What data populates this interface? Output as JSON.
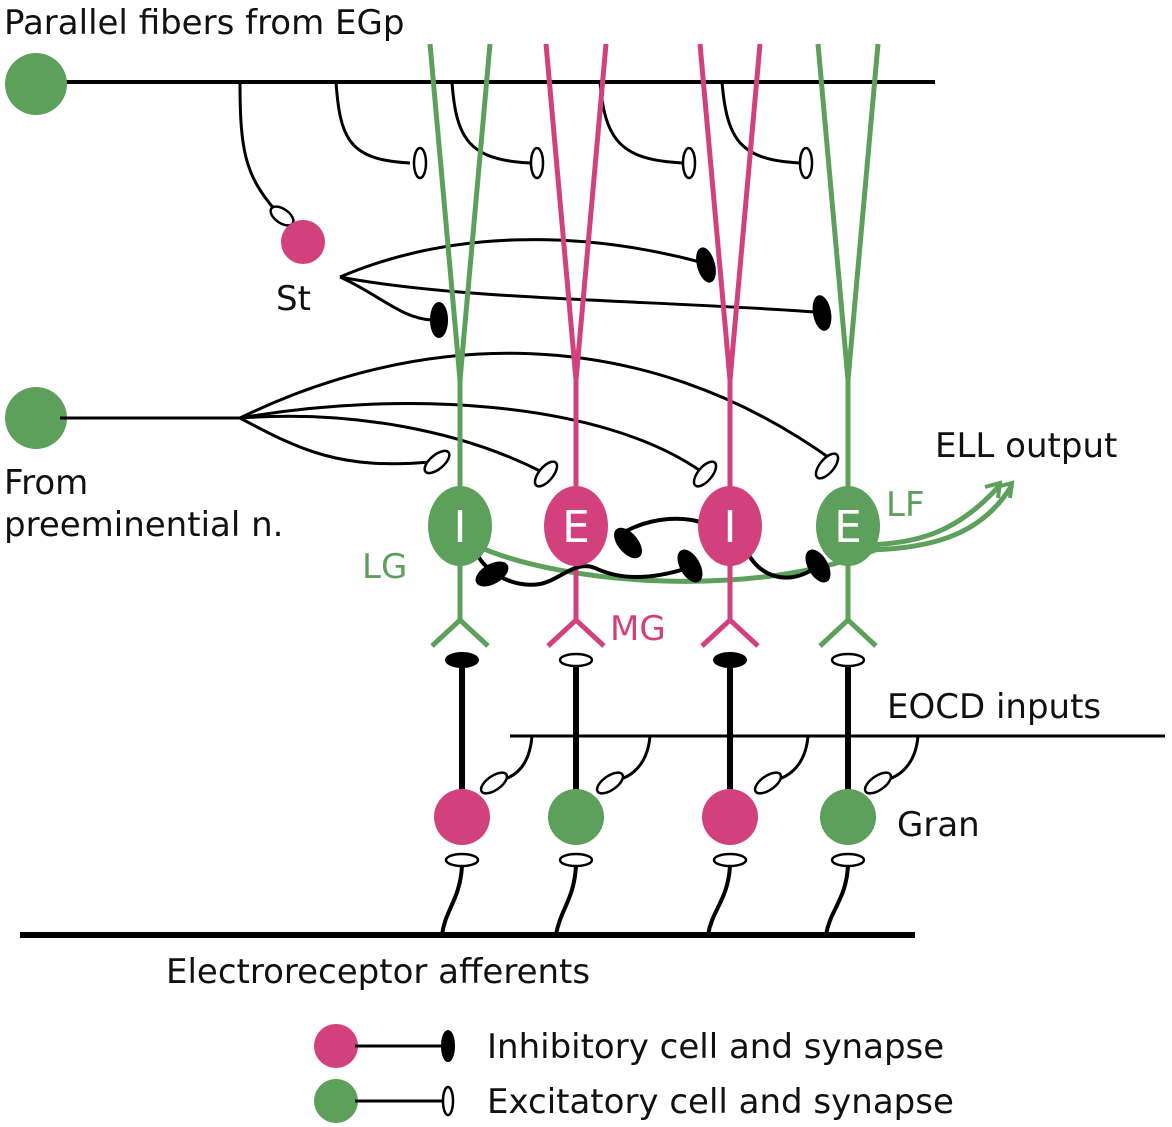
{
  "labels": {
    "parallel_fibers": "Parallel fibers from EGp",
    "stellate": "St",
    "from_pre_1": "From",
    "from_pre_2": "preeminential n.",
    "lg": "LG",
    "mg": "MG",
    "lf": "LF",
    "ell_output": "ELL output",
    "eocd_inputs": "EOCD inputs",
    "gran": "Gran",
    "afferents": "Electroreceptor afferents"
  },
  "cells": [
    {
      "letter": "I",
      "type": "LG"
    },
    {
      "letter": "E",
      "type": "MG"
    },
    {
      "letter": "I",
      "type": "MG"
    },
    {
      "letter": "E",
      "type": "LF"
    }
  ],
  "legend": {
    "inhibitory": "Inhibitory cell and synapse",
    "excitatory": "Excitatory cell and synapse"
  },
  "colors": {
    "excitatory": "#5ca05c",
    "inhibitory": "#d2417e",
    "axon": "#000000"
  }
}
